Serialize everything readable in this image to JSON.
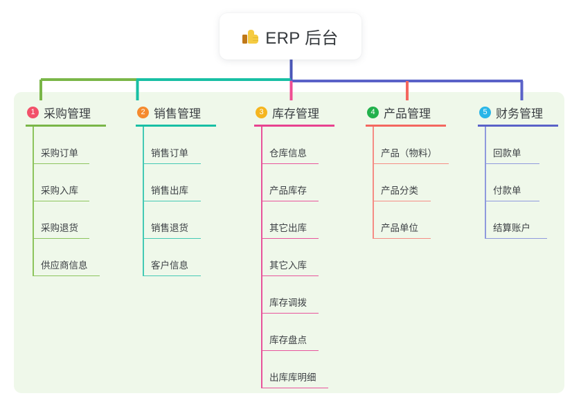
{
  "root": {
    "icon": "thumbs-up-icon",
    "title": "ERP 后台"
  },
  "palette": {
    "panel_bg": "#eff8ea",
    "card_bg": "#ffffff",
    "root_stem": "#4a56b8",
    "bus_green": "#7ab648",
    "bus_teal": "#18bfa4",
    "bus_blue": "#5a62c8"
  },
  "columns": [
    {
      "number": "1",
      "title": "采购管理",
      "badge_color": "#f2516a",
      "line_color": "#7ab648",
      "leaf_color": "#8cc45c",
      "drop_color": "#7ab648",
      "rule_width": 116,
      "items": [
        {
          "label": "采购订单",
          "rule_width": 82
        },
        {
          "label": "采购入库",
          "rule_width": 82
        },
        {
          "label": "采购退货",
          "rule_width": 82
        },
        {
          "label": "供应商信息",
          "rule_width": 97
        }
      ]
    },
    {
      "number": "2",
      "title": "销售管理",
      "badge_color": "#f58a2e",
      "line_color": "#18bfa4",
      "leaf_color": "#43c9b4",
      "drop_color": "#18bfa4",
      "rule_width": 116,
      "items": [
        {
          "label": "销售订单",
          "rule_width": 84
        },
        {
          "label": "销售出库",
          "rule_width": 84
        },
        {
          "label": "销售退货",
          "rule_width": 84
        },
        {
          "label": "客户信息",
          "rule_width": 84
        }
      ]
    },
    {
      "number": "3",
      "title": "库存管理",
      "badge_color": "#f5b51f",
      "line_color": "#e8428f",
      "leaf_color": "#e8539b",
      "drop_color": "#ef4d93",
      "rule_width": 116,
      "items": [
        {
          "label": "仓库信息",
          "rule_width": 83
        },
        {
          "label": "产品库存",
          "rule_width": 83
        },
        {
          "label": "其它出库",
          "rule_width": 83
        },
        {
          "label": "其它入库",
          "rule_width": 83
        },
        {
          "label": "库存调拨",
          "rule_width": 83
        },
        {
          "label": "库存盘点",
          "rule_width": 83
        },
        {
          "label": "出库库明细",
          "rule_width": 97
        }
      ]
    },
    {
      "number": "4",
      "title": "产品管理",
      "badge_color": "#22b14c",
      "line_color": "#f4675f",
      "leaf_color": "#f58c84",
      "drop_color": "#f4675f",
      "rule_width": 116,
      "items": [
        {
          "label": "产品（物料）",
          "rule_width": 110
        },
        {
          "label": "产品分类",
          "rule_width": 84
        },
        {
          "label": "产品单位",
          "rule_width": 84
        }
      ]
    },
    {
      "number": "5",
      "title": "财务管理",
      "badge_color": "#29b6e8",
      "line_color": "#5a62c8",
      "leaf_color": "#8e99dd",
      "drop_color": "#5a62c8",
      "rule_width": 116,
      "items": [
        {
          "label": "回款单",
          "rule_width": 79
        },
        {
          "label": "付款单",
          "rule_width": 79
        },
        {
          "label": "结算账户",
          "rule_width": 90
        }
      ]
    }
  ]
}
